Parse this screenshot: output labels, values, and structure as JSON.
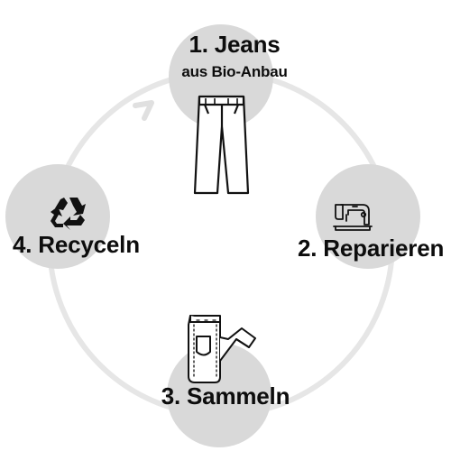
{
  "steps": [
    {
      "title": "1. Jeans",
      "subtitle": "aus Bio-Anbau",
      "icon": "jeans-icon"
    },
    {
      "title": "2. Reparieren",
      "icon": "sewing-machine-icon"
    },
    {
      "title": "3. Sammeln",
      "icon": "folded-jeans-icon"
    },
    {
      "title": "4. Recyceln",
      "icon": "recycle-icon"
    }
  ],
  "colors": {
    "circle": "#d9d9d9",
    "ring": "#e6e6e6",
    "ink": "#0d0d0d",
    "background": "#ffffff"
  }
}
